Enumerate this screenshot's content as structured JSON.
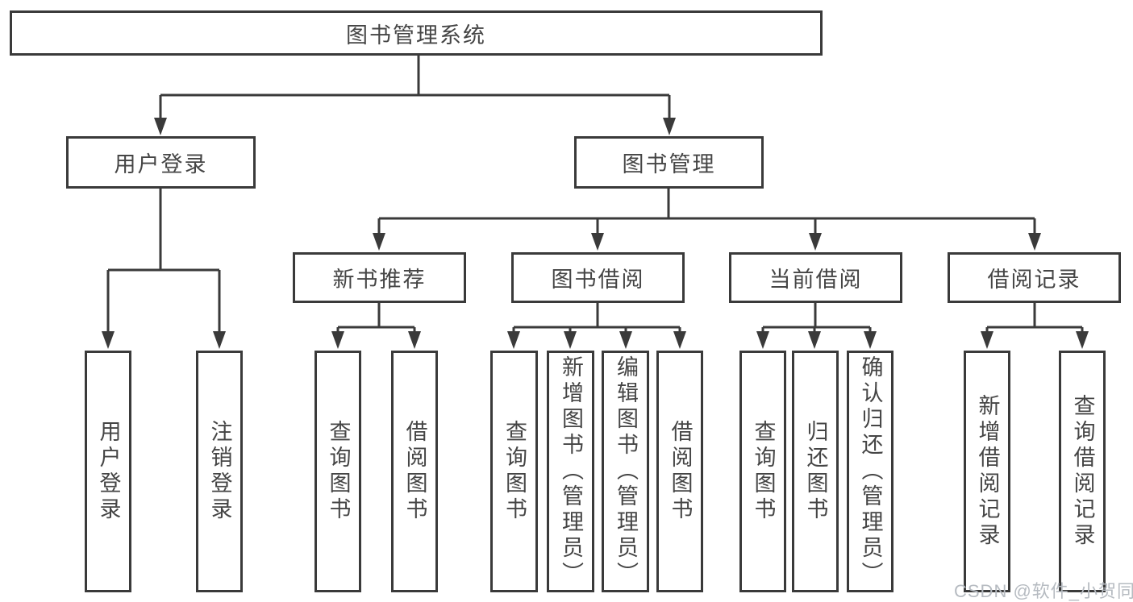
{
  "diagram": {
    "title": "图书管理系统",
    "tree": {
      "label": "图书管理系统",
      "children": [
        {
          "label": "用户登录",
          "children": [
            {
              "label": "用户登录"
            },
            {
              "label": "注销登录"
            }
          ]
        },
        {
          "label": "图书管理",
          "children": [
            {
              "label": "新书推荐",
              "children": [
                {
                  "label": "查询图书"
                },
                {
                  "label": "借阅图书"
                }
              ]
            },
            {
              "label": "图书借阅",
              "children": [
                {
                  "label": "查询图书"
                },
                {
                  "label": "新增图书（管理员）"
                },
                {
                  "label": "编辑图书（管理员）"
                },
                {
                  "label": "借阅图书"
                }
              ]
            },
            {
              "label": "当前借阅",
              "children": [
                {
                  "label": "查询图书"
                },
                {
                  "label": "归还图书"
                },
                {
                  "label": "确认归还（管理员）"
                }
              ]
            },
            {
              "label": "借阅记录",
              "children": [
                {
                  "label": "新增借阅记录"
                },
                {
                  "label": "查询借阅记录"
                }
              ]
            }
          ]
        }
      ]
    },
    "colors": {
      "line": "#3a3a3a",
      "text": "#454545",
      "watermark": "#b6bbc1"
    }
  },
  "watermark": {
    "text": "CSDN @软件_小贺同学"
  }
}
